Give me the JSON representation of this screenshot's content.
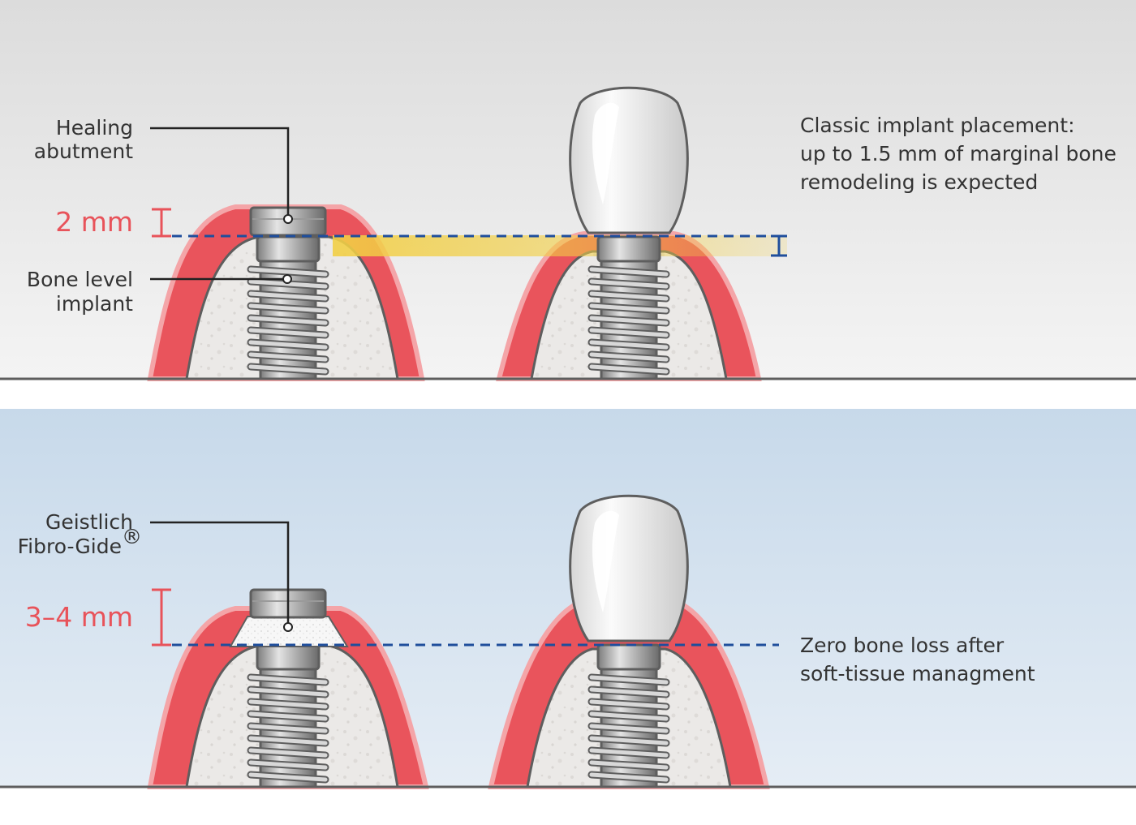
{
  "top_panel": {
    "labels": {
      "healing_line1": "Healing",
      "healing_line2": "abutment",
      "bone_line1": "Bone level",
      "bone_line2": "implant",
      "measure": "2 mm"
    },
    "note_lines": [
      "Classic implant placement:",
      "up to 1.5 mm of marginal bone",
      "remodeling is expected"
    ]
  },
  "bottom_panel": {
    "labels": {
      "product_line1": "Geistlich",
      "product_line2": "Fibro-Gide",
      "product_mark": "®",
      "measure": "3–4 mm"
    },
    "note_lines": [
      "Zero bone loss after",
      "soft-tissue managment"
    ]
  },
  "colors": {
    "gum": "#e9545c",
    "gum_halo": "#f4a5a8",
    "bone": "#ebe9e7",
    "outline": "#5e5e5e",
    "dashed_line": "#1f4e9c",
    "remodel_band": "#f2cf45",
    "measure_red": "#e8535a",
    "panel_top_bg": "#e8e8e8",
    "panel_bottom_bg": "#cfdeec"
  },
  "icons": [
    "healing-abutment",
    "implant-screw",
    "crown",
    "membrane"
  ]
}
